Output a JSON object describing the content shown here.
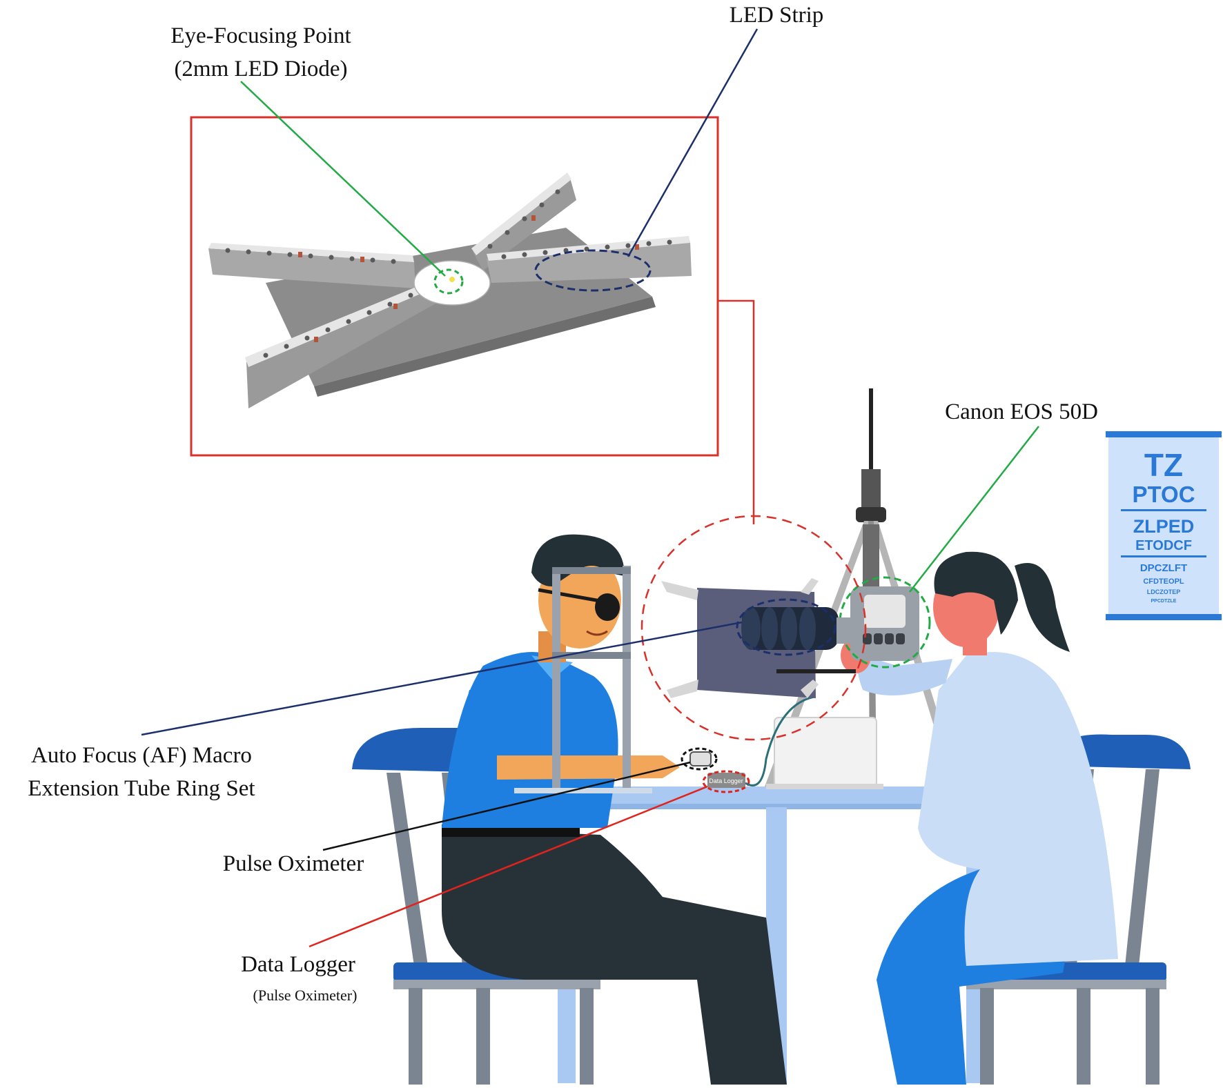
{
  "labels": {
    "eye_focusing_point": "Eye-Focusing Point",
    "eye_focusing_point_detail": "(2mm LED Diode)",
    "led_strip": "LED Strip",
    "camera": "Canon EOS 50D",
    "extension_tube_line1": "Auto Focus (AF) Macro",
    "extension_tube_line2": "Extension Tube Ring Set",
    "pulse_oximeter": "Pulse Oximeter",
    "data_logger": "Data Logger",
    "data_logger_detail": "(Pulse Oximeter)",
    "data_logger_device_text": "Data Logger"
  },
  "eye_chart": {
    "rows": [
      "TZ",
      "PTOC",
      "ZLPED",
      "ETODCF",
      "DPCZLFT",
      "CFDTEOPL",
      "LDCZOTEP",
      "PPCDTZLE"
    ]
  },
  "colors": {
    "inset_frame": "#d9302a",
    "green_leader": "#22aa44",
    "navy_leader": "#1b2f6b",
    "red_leader": "#e0231c",
    "black_leader": "#111111",
    "patient_shirt": "#1e7fe0",
    "chair_blue": "#1f5fb8",
    "table": "#a9c9f2",
    "eye_chart_text": "#2a79d6"
  }
}
